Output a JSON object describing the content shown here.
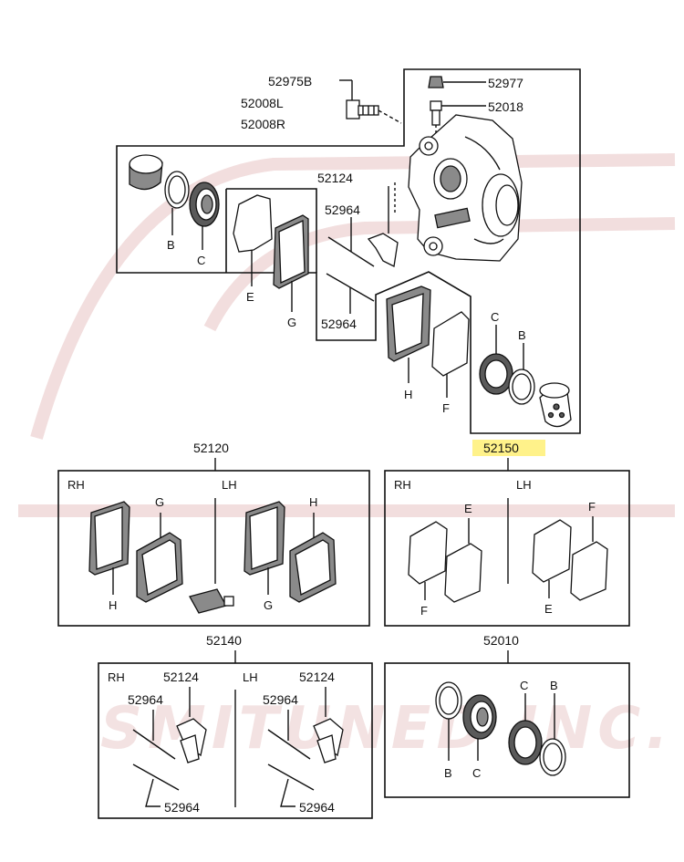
{
  "watermark": {
    "text": "SMITUNED INC.",
    "color": "#f0d8d8"
  },
  "highlight_color": "#fff28a",
  "caliper_assembly": {
    "labels": {
      "bolt": "52975B",
      "caliper_l": "52008L",
      "caliper_r": "52008R",
      "cap": "52977",
      "bleeder": "52018",
      "clip": "52124",
      "pin_upper": "52964",
      "pin_lower": "52964",
      "letter_b1": "B",
      "letter_c1": "C",
      "letter_e": "E",
      "letter_g": "G",
      "letter_h": "H",
      "letter_f": "F",
      "letter_c2": "C",
      "letter_b2": "B"
    }
  },
  "kits": {
    "k52120": {
      "number": "52120",
      "rh": "RH",
      "lh": "LH",
      "letters": {
        "rh_g": "G",
        "rh_h": "H",
        "lh_h": "H",
        "lh_g": "G"
      }
    },
    "k52150": {
      "number": "52150",
      "highlighted": true,
      "rh": "RH",
      "lh": "LH",
      "letters": {
        "rh_e": "E",
        "rh_f": "F",
        "lh_f": "F",
        "lh_e": "E"
      }
    },
    "k52140": {
      "number": "52140",
      "rh": "RH",
      "lh": "LH",
      "rh_clip": "52124",
      "rh_pin_upper": "52964",
      "rh_pin_lower": "52964",
      "lh_clip": "52124",
      "lh_pin_upper": "52964",
      "lh_pin_lower": "52964"
    },
    "k52010": {
      "number": "52010",
      "letters": {
        "b1": "B",
        "c1": "C",
        "c2": "C",
        "b2": "B"
      }
    }
  }
}
